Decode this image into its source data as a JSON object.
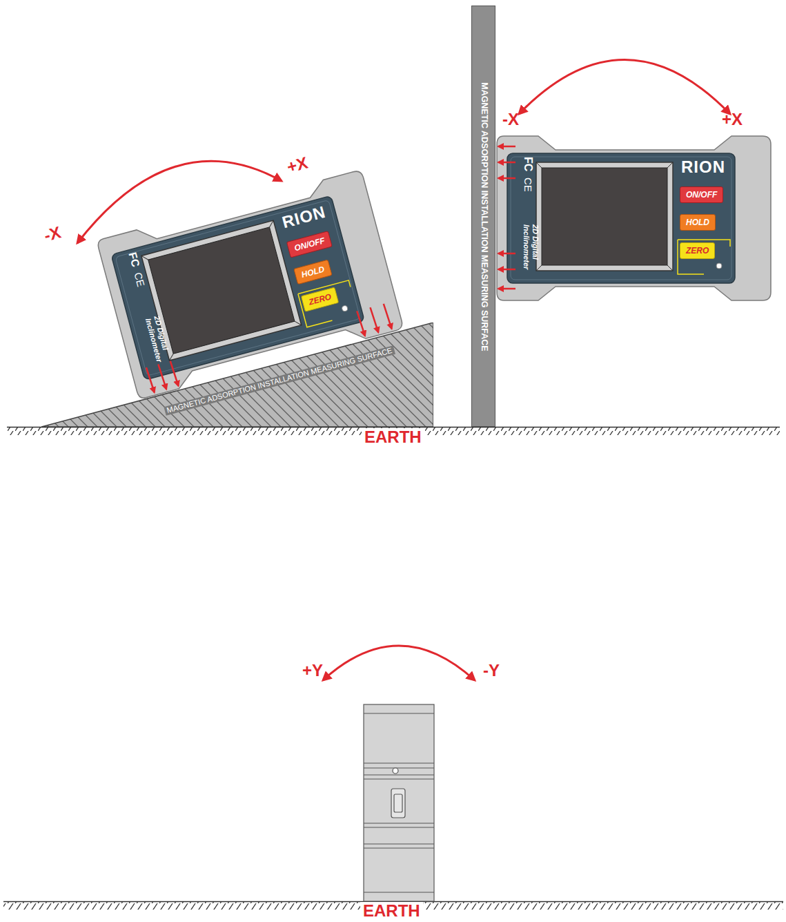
{
  "diagram": {
    "nodes": [
      {
        "text": [
          "RION",
          "FC",
          "CE",
          "2D Digital Inclinometer"
        ]
      },
      {
        "text": [
          "ON/OFF"
        ],
        "in": 0
      },
      {
        "text": [
          "HOLD"
        ],
        "in": 0
      },
      {
        "text": [
          "ZERO"
        ],
        "in": 0
      },
      {
        "text": [
          "MAGNETIC ADSORPTION INSTALLATION MEASURING SURFACE"
        ]
      },
      {
        "text": [
          "MAGNETIC ADSORPTION INSTALLATION MEASURING SURFACE"
        ]
      },
      {
        "text": [
          "RION",
          "FC",
          "CE",
          "2D Digital Inclinometer"
        ]
      },
      {
        "text": [
          "ON/OFF"
        ],
        "in": 6
      },
      {
        "text": [
          "HOLD"
        ],
        "in": 6
      },
      {
        "text": [
          "ZERO"
        ],
        "in": 6
      }
    ],
    "labels": [
      "-X",
      "+X",
      "-X",
      "+X",
      "EARTH",
      "+Y",
      "-Y",
      "EARTH"
    ]
  }
}
